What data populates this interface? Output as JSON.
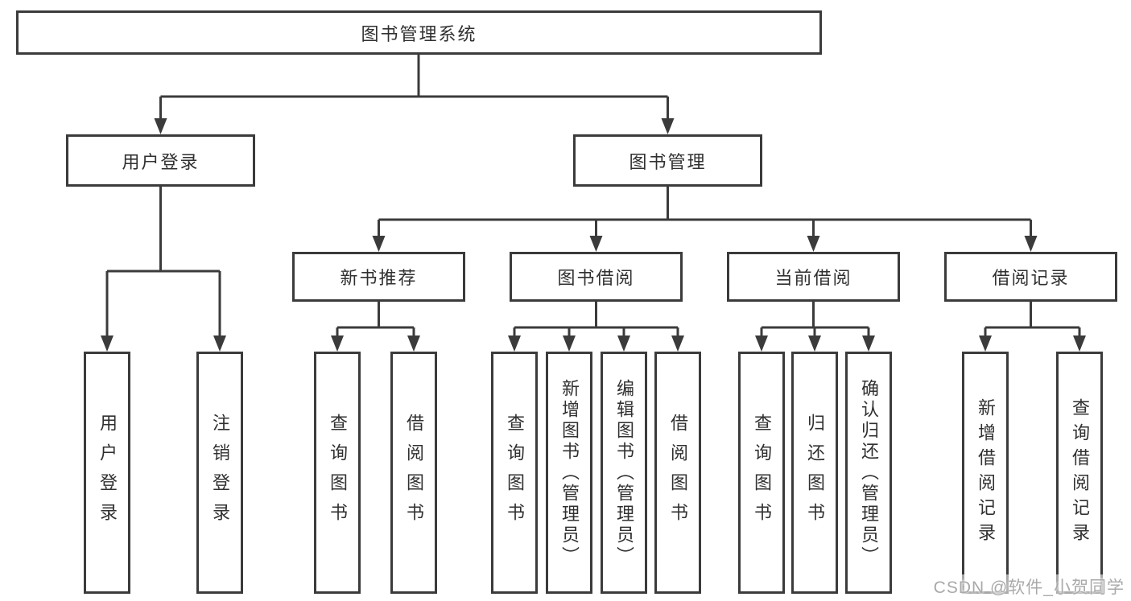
{
  "tree": {
    "label": "图书管理系统",
    "children": [
      {
        "label": "用户登录",
        "children": [
          {
            "label": "用户登录"
          },
          {
            "label": "注销登录"
          }
        ]
      },
      {
        "label": "图书管理",
        "children": [
          {
            "label": "新书推荐",
            "children": [
              {
                "label": "查询图书"
              },
              {
                "label": "借阅图书"
              }
            ]
          },
          {
            "label": "图书借阅",
            "children": [
              {
                "label": "查询图书"
              },
              {
                "label": "新增图书（管理员）"
              },
              {
                "label": "编辑图书（管理员）"
              },
              {
                "label": "借阅图书"
              }
            ]
          },
          {
            "label": "当前借阅",
            "children": [
              {
                "label": "查询图书"
              },
              {
                "label": "归还图书"
              },
              {
                "label": "确认归还（管理员）"
              }
            ]
          },
          {
            "label": "借阅记录",
            "children": [
              {
                "label": "新增借阅记录"
              },
              {
                "label": "查询借阅记录"
              }
            ]
          }
        ]
      }
    ]
  },
  "watermark": "CSDN @软件_小贺同学",
  "colors": {
    "line": "#3b3b3b",
    "arrow": "#3b3b3b",
    "box_border": "#3b3b3b",
    "text": "#303030",
    "watermark": "#a9a9a9",
    "background": "#ffffff"
  }
}
